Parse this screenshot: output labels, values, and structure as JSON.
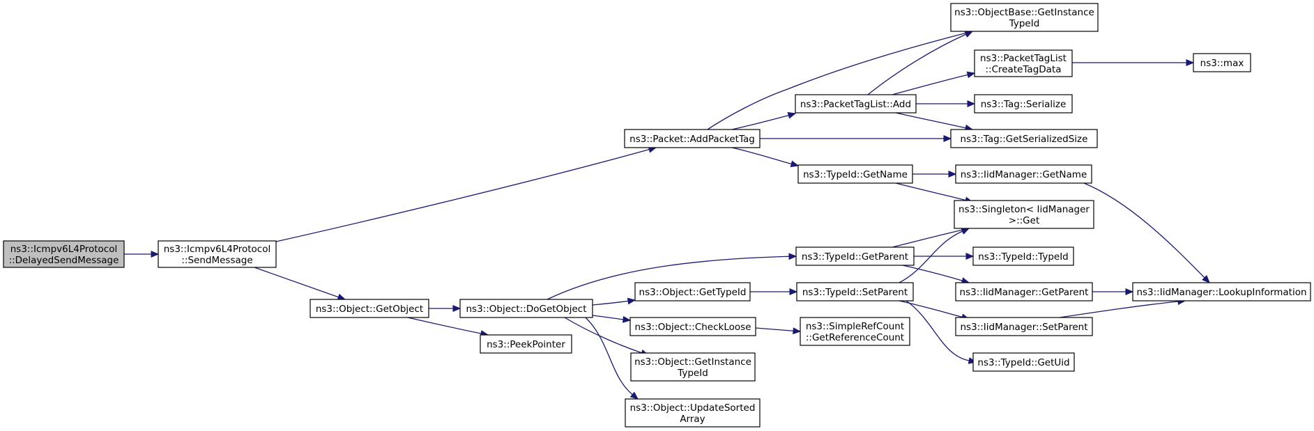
{
  "graph": {
    "colors": {
      "edge": "#191970",
      "node_fill": "#ffffff",
      "root_fill": "#bfbfbf",
      "border": "#000000"
    },
    "nodes": [
      {
        "id": "n0",
        "label": [
          "ns3::Icmpv6L4Protocol",
          "::DelayedSendMessage"
        ],
        "root": true
      },
      {
        "id": "n1",
        "label": [
          "ns3::Icmpv6L4Protocol",
          "::SendMessage"
        ]
      },
      {
        "id": "n2",
        "label": [
          "ns3::Packet::AddPacketTag"
        ]
      },
      {
        "id": "n3",
        "label": [
          "ns3::Object::GetObject"
        ]
      },
      {
        "id": "n4",
        "label": [
          "ns3::Object::DoGetObject"
        ]
      },
      {
        "id": "n5",
        "label": [
          "ns3::PeekPointer"
        ]
      },
      {
        "id": "n6",
        "label": [
          "ns3::ObjectBase::GetInstance",
          "TypeId"
        ]
      },
      {
        "id": "n7",
        "label": [
          "ns3::PacketTagList",
          "::CreateTagData"
        ]
      },
      {
        "id": "n8",
        "label": [
          "ns3::max"
        ]
      },
      {
        "id": "n9",
        "label": [
          "ns3::PacketTagList::Add"
        ]
      },
      {
        "id": "n10",
        "label": [
          "ns3::Tag::Serialize"
        ]
      },
      {
        "id": "n11",
        "label": [
          "ns3::Tag::GetSerializedSize"
        ]
      },
      {
        "id": "n12",
        "label": [
          "ns3::TypeId::GetName"
        ]
      },
      {
        "id": "n13",
        "label": [
          "ns3::IidManager::GetName"
        ]
      },
      {
        "id": "n14",
        "label": [
          "ns3::Singleton< IidManager",
          ">::Get"
        ]
      },
      {
        "id": "n15",
        "label": [
          "ns3::TypeId::GetParent"
        ]
      },
      {
        "id": "n16",
        "label": [
          "ns3::TypeId::TypeId"
        ]
      },
      {
        "id": "n17",
        "label": [
          "ns3::Object::GetTypeId"
        ]
      },
      {
        "id": "n18",
        "label": [
          "ns3::TypeId::SetParent"
        ]
      },
      {
        "id": "n19",
        "label": [
          "ns3::IidManager::GetParent"
        ]
      },
      {
        "id": "n20",
        "label": [
          "ns3::IidManager::LookupInformation"
        ]
      },
      {
        "id": "n21",
        "label": [
          "ns3::Object::CheckLoose"
        ]
      },
      {
        "id": "n22",
        "label": [
          "ns3::SimpleRefCount",
          "::GetReferenceCount"
        ]
      },
      {
        "id": "n23",
        "label": [
          "ns3::IidManager::SetParent"
        ]
      },
      {
        "id": "n24",
        "label": [
          "ns3::Object::GetInstance",
          "TypeId"
        ]
      },
      {
        "id": "n25",
        "label": [
          "ns3::TypeId::GetUid"
        ]
      },
      {
        "id": "n26",
        "label": [
          "ns3::Object::UpdateSorted",
          "Array"
        ]
      }
    ],
    "edges": [
      [
        "n0",
        "n1"
      ],
      [
        "n1",
        "n2"
      ],
      [
        "n1",
        "n3"
      ],
      [
        "n2",
        "n6"
      ],
      [
        "n2",
        "n9"
      ],
      [
        "n2",
        "n11"
      ],
      [
        "n2",
        "n12"
      ],
      [
        "n9",
        "n6"
      ],
      [
        "n9",
        "n7"
      ],
      [
        "n9",
        "n10"
      ],
      [
        "n9",
        "n11"
      ],
      [
        "n7",
        "n8"
      ],
      [
        "n12",
        "n13"
      ],
      [
        "n12",
        "n14"
      ],
      [
        "n13",
        "n20"
      ],
      [
        "n3",
        "n4"
      ],
      [
        "n3",
        "n5"
      ],
      [
        "n4",
        "n15"
      ],
      [
        "n4",
        "n17"
      ],
      [
        "n4",
        "n21"
      ],
      [
        "n4",
        "n24"
      ],
      [
        "n4",
        "n26"
      ],
      [
        "n15",
        "n14"
      ],
      [
        "n15",
        "n16"
      ],
      [
        "n15",
        "n19"
      ],
      [
        "n19",
        "n20"
      ],
      [
        "n17",
        "n18"
      ],
      [
        "n18",
        "n14"
      ],
      [
        "n18",
        "n23"
      ],
      [
        "n18",
        "n25"
      ],
      [
        "n23",
        "n20"
      ],
      [
        "n21",
        "n22"
      ]
    ]
  }
}
